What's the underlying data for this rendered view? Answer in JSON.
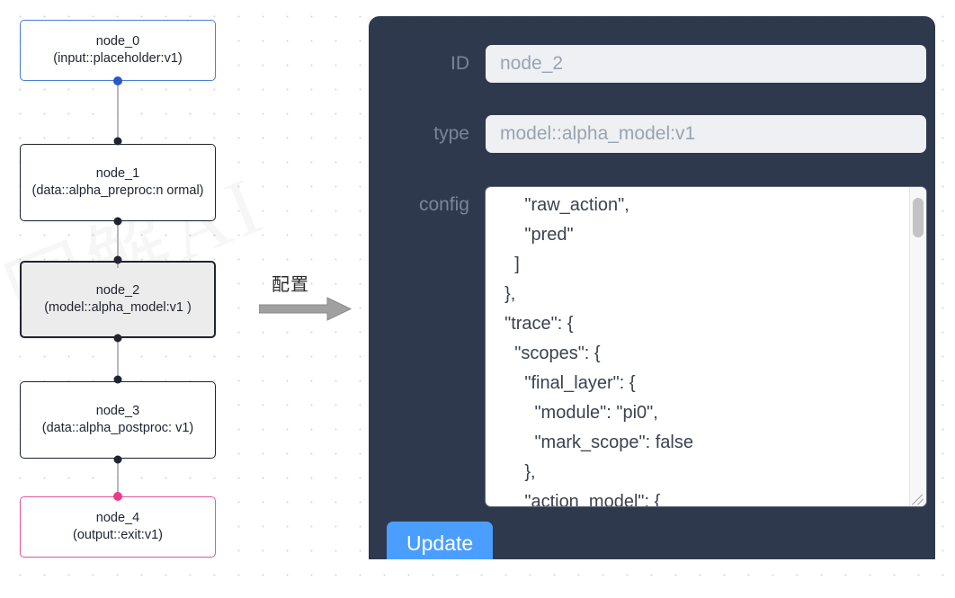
{
  "canvas": {
    "watermark_text": "图解AI",
    "annotation": {
      "text": "配置",
      "arrow_icon": "right-arrow-icon"
    },
    "nodes": [
      {
        "id": "node_0",
        "title": "node_0",
        "subtitle": "(input::placeholder:v1)",
        "kind": "input",
        "selected": false,
        "border_color": "#4a7fd4"
      },
      {
        "id": "node_1",
        "title": "node_1",
        "subtitle": "(data::alpha_preproc:n\normal)",
        "kind": "default",
        "selected": false,
        "border_color": "#1f2430"
      },
      {
        "id": "node_2",
        "title": "node_2",
        "subtitle": "(model::alpha_model:v1\n)",
        "kind": "default",
        "selected": true,
        "border_color": "#1f2430"
      },
      {
        "id": "node_3",
        "title": "node_3",
        "subtitle": "(data::alpha_postproc:\nv1)",
        "kind": "default",
        "selected": false,
        "border_color": "#1f2430"
      },
      {
        "id": "node_4",
        "title": "node_4",
        "subtitle": "(output::exit:v1)",
        "kind": "output",
        "selected": false,
        "border_color": "#e1569f"
      }
    ]
  },
  "panel": {
    "background_color": "#2e394d",
    "fields": {
      "id": {
        "label": "ID",
        "value": "node_2",
        "placeholder": "node_2"
      },
      "type": {
        "label": "type",
        "value": "model::alpha_model:v1",
        "placeholder": "model::alpha_model:v1"
      },
      "config": {
        "label": "config",
        "value": "      \"raw_action\",\n      \"pred\"\n    ]\n  },\n  \"trace\": {\n    \"scopes\": {\n      \"final_layer\": {\n        \"module\": \"pi0\",\n        \"mark_scope\": false\n      },\n      \"action_model\": {",
        "scrollbar": {
          "thumb_position": "top"
        }
      }
    },
    "update_button": {
      "label": "Update",
      "color": "#4a9eff"
    }
  }
}
